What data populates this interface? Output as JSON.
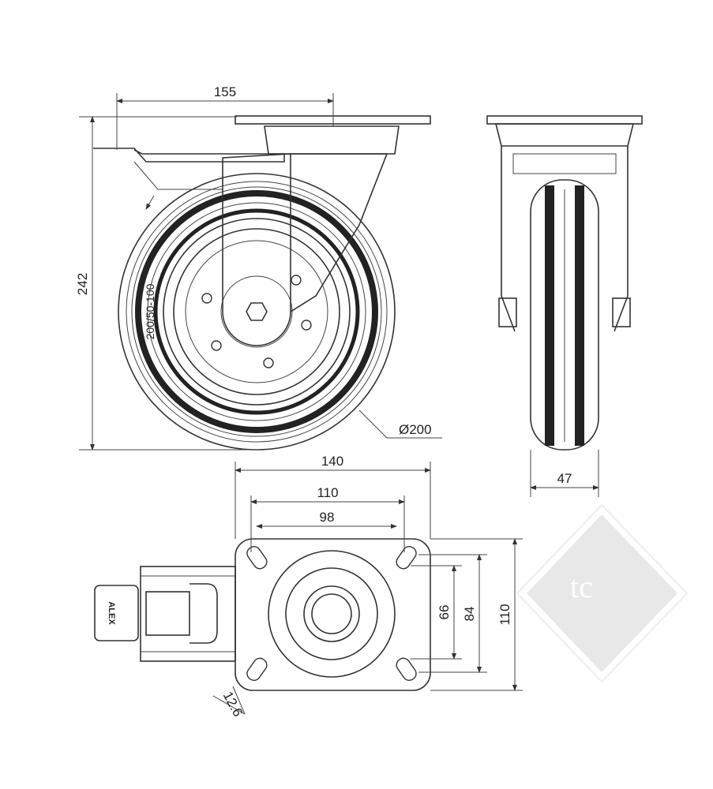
{
  "drawing": {
    "dimensions": {
      "total_reach": "155",
      "total_height": "242",
      "wheel_diameter": "Ø200",
      "plate_length": "140",
      "hole_spacing_outer_length": "110",
      "hole_spacing_inner_length": "98",
      "hole_spacing_inner_width": "66",
      "hole_spacing_outer_width": "84",
      "plate_width": "110",
      "wheel_width": "47",
      "hole_diameter": "12.6"
    },
    "tire_marking": "200/50-100",
    "brake_logo": "ALEX",
    "watermark": "tc"
  },
  "colors": {
    "line": "#333333",
    "tire": "#222222",
    "watermark": "#e8e8e8"
  }
}
